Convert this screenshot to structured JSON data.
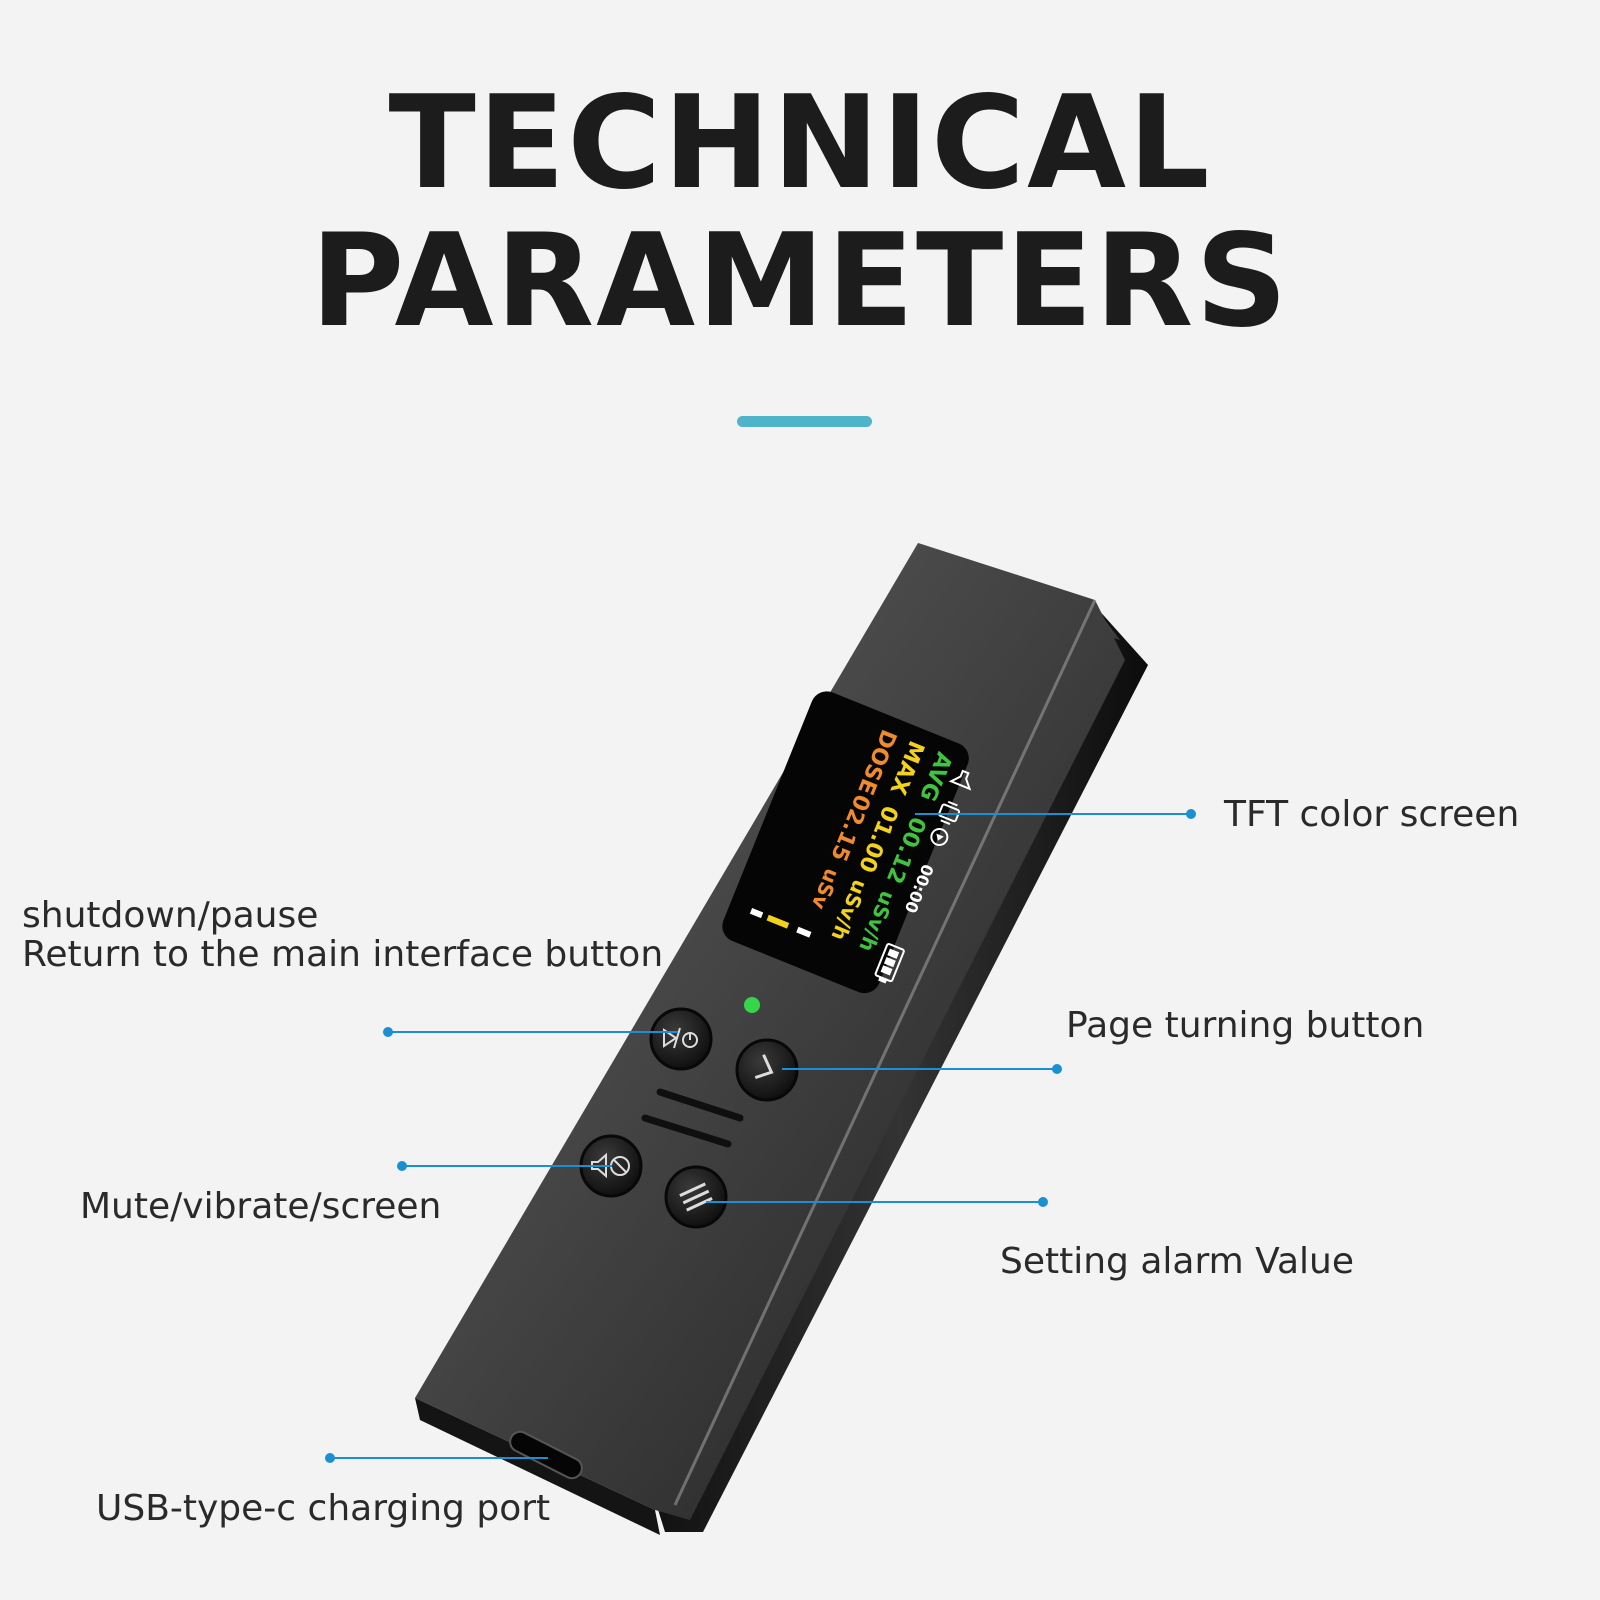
{
  "heading": {
    "line1": "TECHNICAL",
    "line2": "PARAMETERS"
  },
  "accent_color": "#4fb3c9",
  "callout_line_color": "#1a8fd1",
  "callouts": {
    "tft_screen": "TFT color screen",
    "shutdown_line1": "shutdown/pause",
    "shutdown_line2": "Return to the main interface button",
    "page_turning": "Page turning button",
    "mute": "Mute/vibrate/screen",
    "alarm": "Setting alarm Value",
    "usb": "USB-type-c charging port"
  },
  "screen": {
    "avg_label": "AVG",
    "avg_value": "00.12",
    "avg_unit": "uSv/h",
    "max_label": "MAX",
    "max_value": "01.00",
    "max_unit": "uSv/h",
    "dose_label": "DOSE",
    "dose_value": "02.15",
    "dose_unit": "uSv",
    "timer": "00:00",
    "colors": {
      "avg": "#3ec43e",
      "max": "#f2d21b",
      "dose": "#f08a2a"
    },
    "icons": [
      "sound-icon",
      "vibrate-icon",
      "play-icon",
      "battery-icon"
    ]
  },
  "device": {
    "led_color": "#35d64a",
    "buttons": [
      "shutdown-pause-button",
      "page-turning-button",
      "mute-vibrate-button",
      "alarm-setting-button"
    ]
  }
}
